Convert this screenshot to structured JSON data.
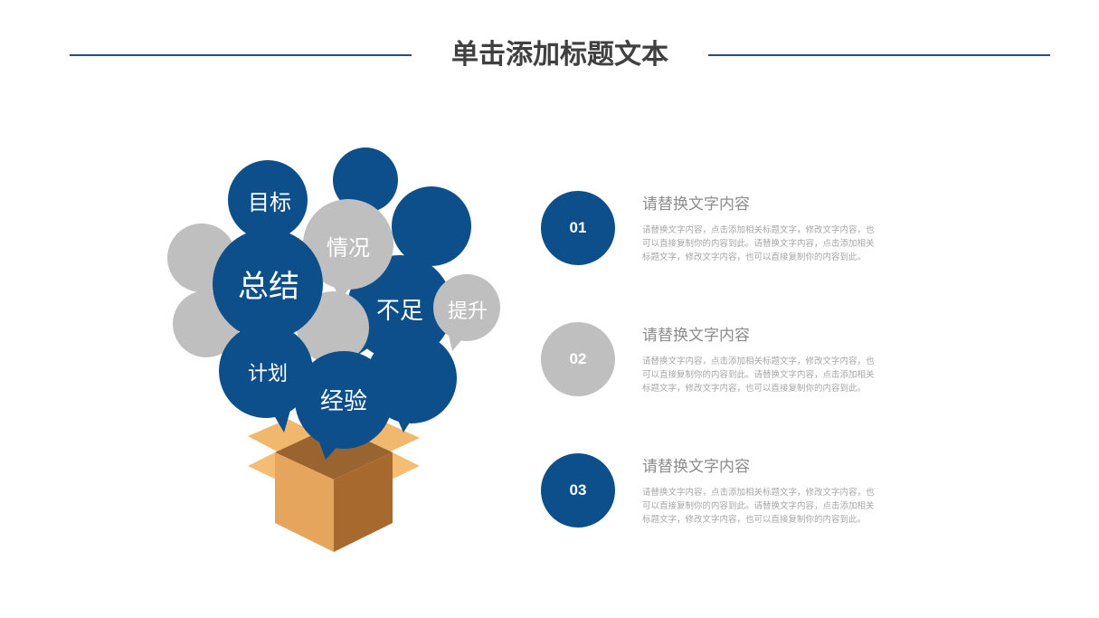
{
  "header": {
    "title": "单击添加标题文本"
  },
  "illustration": {
    "bubbles": {
      "target": "目标",
      "situation": "情况",
      "summary": "总结",
      "shortcoming": "不足",
      "improve": "提升",
      "plan": "计划",
      "experience": "经验"
    }
  },
  "items": [
    {
      "number": "01",
      "heading": "请替换文字内容",
      "body": "请替换文字内容，点击添加相关标题文字，修改文字内容，也可以直接复制你的内容到此。请替换文字内容，点击添加相关标题文字，修改文字内容，也可以直接复制你的内容到此。",
      "color": "#0d4f8b"
    },
    {
      "number": "02",
      "heading": "请替换文字内容",
      "body": "请替换文字内容，点击添加相关标题文字，修改文字内容，也可以直接复制你的内容到此。请替换文字内容，点击添加相关标题文字，修改文字内容，也可以直接复制你的内容到此。",
      "color": "#bfbfbf"
    },
    {
      "number": "03",
      "heading": "请替换文字内容",
      "body": "请替换文字内容，点击添加相关标题文字，修改文字内容，也可以直接复制你的内容到此。请替换文字内容，点击添加相关标题文字，修改文字内容，也可以直接复制你的内容到此。",
      "color": "#0d4f8b"
    }
  ],
  "colors": {
    "accent": "#0d4f8b",
    "gray": "#bfbfbf",
    "box": "#c98a45"
  }
}
